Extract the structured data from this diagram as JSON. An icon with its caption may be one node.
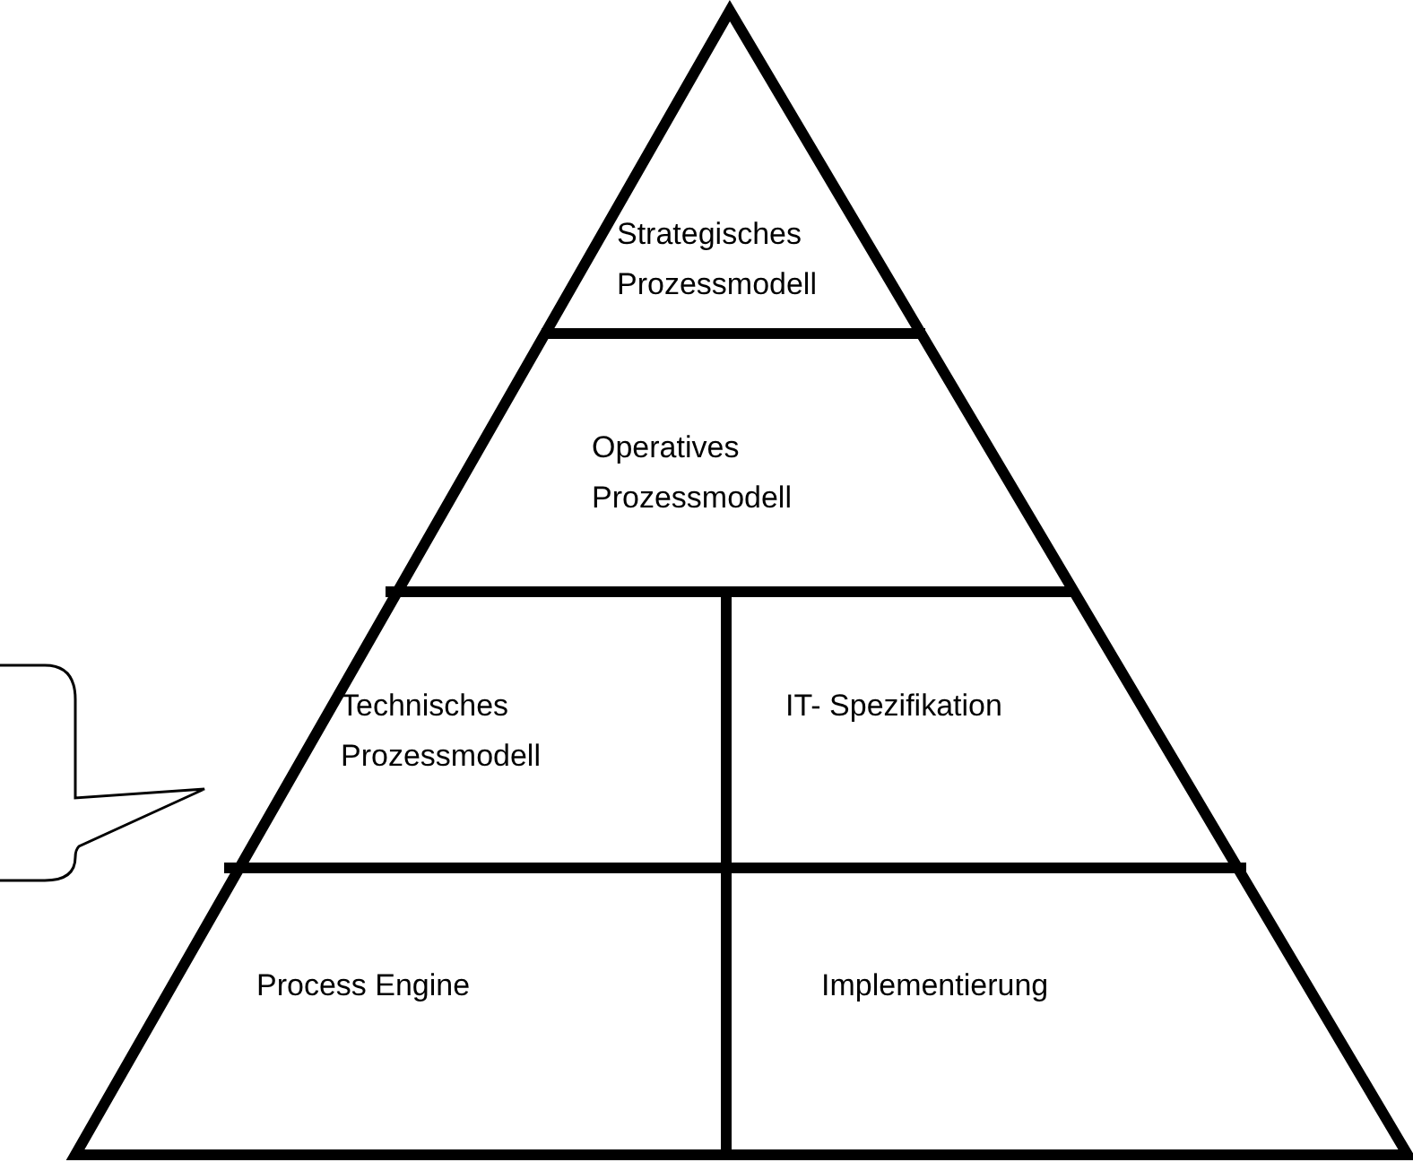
{
  "diagram": {
    "nodes": [
      {
        "text": [
          "Strategisches Prozessmodell"
        ]
      },
      {
        "text": [
          "Operatives Prozessmodell"
        ]
      },
      {
        "text": [
          "Technisches Prozessmodell"
        ]
      },
      {
        "text": [
          "IT- Spezifikation"
        ]
      },
      {
        "text": [
          "Process Engine"
        ]
      },
      {
        "text": [
          "Implementierung"
        ]
      },
      {
        "text": [],
        "shape": "callout"
      }
    ]
  }
}
